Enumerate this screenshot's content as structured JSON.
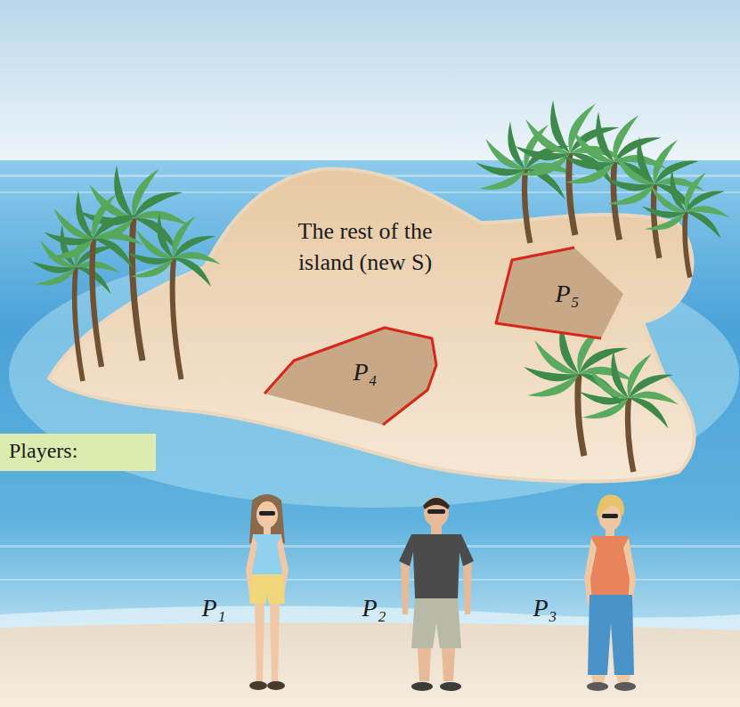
{
  "diagram": {
    "nodes": [
      {
        "text": [
          "The rest of the island (new S)"
        ]
      },
      {
        "text": [
          "P₄"
        ],
        "in": 0
      },
      {
        "text": [
          "P₅"
        ],
        "in": 0
      }
    ],
    "labels": [
      "Players:",
      "P₁",
      "P₂",
      "P₃"
    ]
  }
}
